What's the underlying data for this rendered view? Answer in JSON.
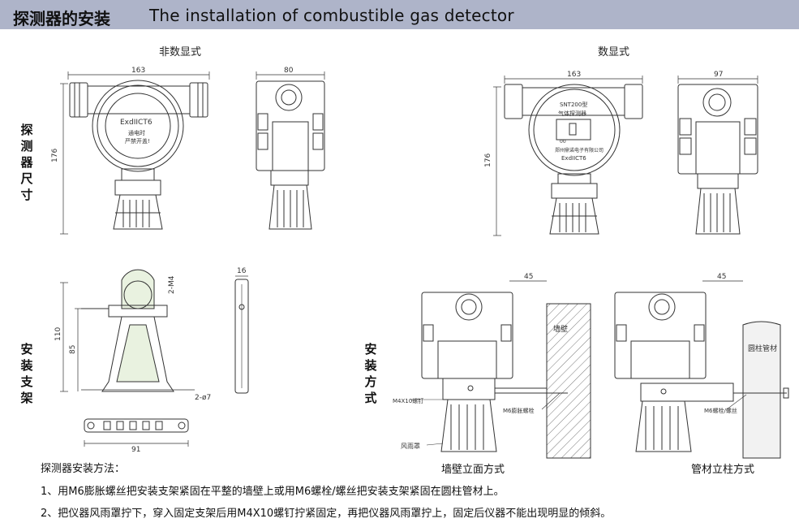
{
  "header": {
    "title_cn": "探测器的安装",
    "title_en": "The installation of combustible gas detector"
  },
  "sections": {
    "dims_label": "探测器尺寸",
    "bracket_label": "安装支架",
    "method_label": "安装方式"
  },
  "views": {
    "non_digital": "非数显式",
    "digital": "数显式"
  },
  "dims": {
    "a_width": "163",
    "a_height": "176",
    "a_side": "80",
    "b_width": "163",
    "b_height": "176",
    "b_side": "97",
    "bracket_h1": "110",
    "bracket_h2": "85",
    "bracket_m4": "2-M4",
    "bracket_thick": "16",
    "bracket_hole": "2-ø7",
    "bracket_base": "91",
    "wall_offset": "45",
    "pole_offset": "45"
  },
  "device_text": {
    "a_ex": "ExdIICT6",
    "a_warn1": "通电时",
    "a_warn2": "严禁开盖!",
    "b_model": "SNT200型",
    "b_name": "气体探测器",
    "b_ex": "ExdIICT6",
    "b_company": "郑州鼎诺电子有限公司",
    "b_small": "00"
  },
  "callouts": {
    "wall": "墙壁",
    "m4_screw": "M4X10螺钉",
    "m6_bolt": "M6膨胀螺栓",
    "rain_cover": "风雨罩",
    "pipe": "圆柱管材",
    "m6_nut": "M6螺栓/螺丝"
  },
  "captions": {
    "wall_mount": "墙壁立面方式",
    "pole_mount": "管材立柱方式"
  },
  "instructions": {
    "heading": "探测器安装方法：",
    "step1": "1、用M6膨胀螺丝把安装支架紧固在平整的墙壁上或用M6螺栓/螺丝把安装支架紧固在圆柱管材上。",
    "step2": "2、把仪器风雨罩拧下，穿入固定支架后用M4X10螺钉拧紧固定，再把仪器风雨罩拧上，固定后仪器不能出现明显的倾斜。"
  }
}
